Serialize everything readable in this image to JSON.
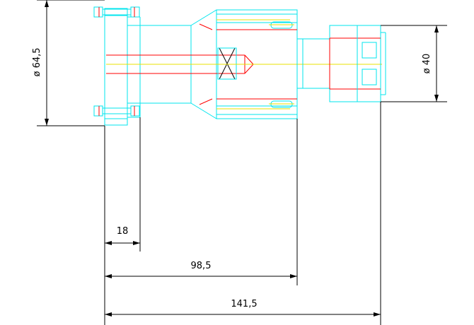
{
  "drawing": {
    "dimensions": {
      "diameter_large": "ø 64,5",
      "diameter_small": "ø 40",
      "flange_width": "18",
      "body_length": "98,5",
      "overall_length": "141,5"
    },
    "colors": {
      "outline": "#00e5ee",
      "hidden": "#ff0000",
      "centerline": "#e8e000",
      "dimension": "#000000"
    }
  }
}
